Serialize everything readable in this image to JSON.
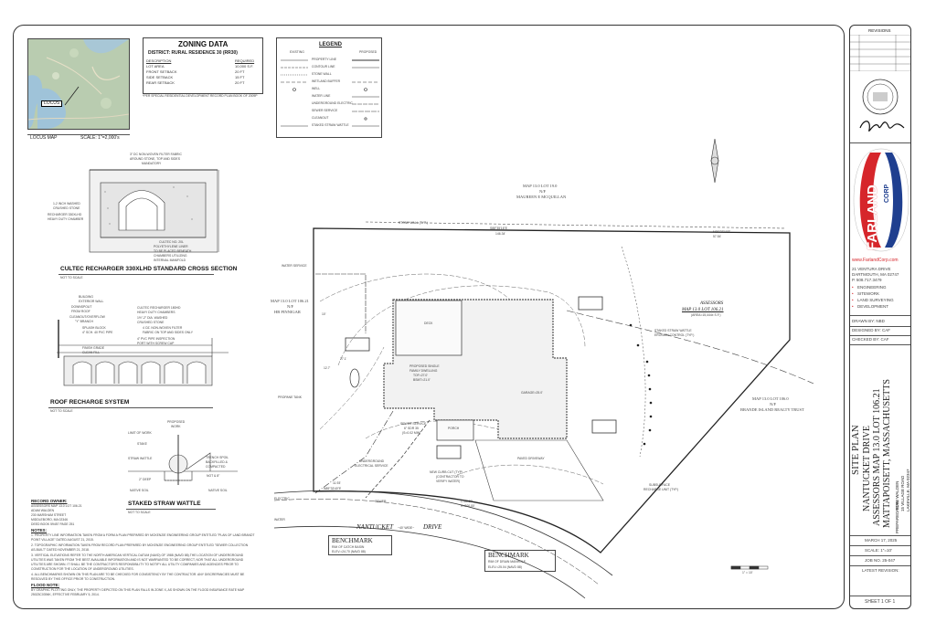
{
  "colors": {
    "logo_red": "#d6262b",
    "logo_blue": "#1f3f8f",
    "line": "#333333"
  },
  "locus": {
    "tag": "LOCUS",
    "title": "LOCUS MAP",
    "scale": "SCALE: 1\"=2,000's"
  },
  "zoning": {
    "title": "ZONING DATA",
    "district": "DISTRICT: RURAL RESIDENCE 30 (RR30)",
    "col_desc": "DESCRIPTION",
    "col_req": "REQUIRED",
    "rows": [
      {
        "label": "LOT AREA",
        "value": "10,000 S.F."
      },
      {
        "label": "FRONT SETBACK",
        "value": "20 FT"
      },
      {
        "label": "SIDE SETBACK",
        "value": "15 FT"
      },
      {
        "label": "REAR SETBACK",
        "value": "20 FT"
      }
    ],
    "note": "*PER SPECIAL RESIDENTIAL DEVELOPMENT RECORD PLAN BOOK OF 2009P"
  },
  "legend": {
    "title": "LEGEND",
    "col_existing": "EXISTING",
    "col_proposed": "PROPOSED",
    "items": [
      "PROPERTY LINE",
      "CONTOUR LINE",
      "STONE WALL",
      "WETLAND BUFFER",
      "WELL",
      "WATER LINE",
      "UNDERGROUND ELECTRIC",
      "SEWER SERVICE",
      "CLEANOUT",
      "STAKED STRAW WATTLE"
    ]
  },
  "details": {
    "cultec_title": "CULTEC RECHARGER 330XLHD STANDARD CROSS SECTION",
    "cultec_nts": "NOT TO SCALE",
    "cultec_notes": [
      "3\" DC NON-WOVEN FILTER FABRIC",
      "AROUND STONE, TOP AND SIDES",
      "MANDATORY",
      "1-2 INCH WASHED",
      "CRUSHED STONE",
      "RECHARGER 330XLHD",
      "HEAVY DUTY CHAMBER",
      "CULTEC NO. 20L",
      "POLYETHYLENE LINER",
      "TO BE PLACED BENEATH",
      "CHAMBERS UTILIZING",
      "INTERNAL MANIFOLD"
    ],
    "roof_title": "ROOF RECHARGE SYSTEM",
    "roof_nts": "NOT TO SCALE",
    "roof_notes": [
      "BUILDING",
      "EXTERIOR WALL",
      "DOWNSPOUT",
      "FROM ROOF",
      "CLEANOUT/OVERFLOW",
      "\"Y\" BRANCH",
      "SPLASH BLOCK",
      "4\" SCH. 40 PVC PIPE",
      "FINISH GRADE",
      "CLEAN FILL",
      "CULTEC RECHARGER 180HD",
      "HEAVY DUTY CHAMBERS",
      "1½\"-2\" DIA. WASHED",
      "CRUSHED STONE",
      "4 OZ. NON-WOVEN FILTER",
      "FABRIC ON TOP AND SIDES ONLY",
      "4\" PVC PIPE INSPECTION",
      "PORT WITH SCREW CAP"
    ],
    "wattle_title": "STAKED STRAW WATTLE",
    "wattle_nts": "NOT TO SCALE",
    "wattle_notes": [
      "PROPOSED",
      "WORK",
      "LIMIT OF WORK",
      "STAKE",
      "STRAW WATTLE",
      "TRENCH SPOIL",
      "BACKFILLED &",
      "COMPACTED",
      "NOT & 8\"",
      "2\" DEEP",
      "NATIVE SOIL",
      "NATIVE SOIL"
    ]
  },
  "notes": {
    "record_owner_title": "RECORD OWNER:",
    "record_owner": [
      "ASSESSORS MAP 13.0 LOT 106.21",
      "ADAM WALDEN",
      "230 MARSHAM STREET",
      "MIDDLEBORO, MA 02346",
      "DEED BOOK 59457 PAGE 251"
    ],
    "notes_title": "NOTES:",
    "notes_lines": [
      "1.   PROPERTY LINE INFORMATION TAKEN FROM A FORM A PLAN PREPARED BY MCKENZIE ENGINEERING GROUP ENTITLED \"PLAN OF LAND BRANDT",
      "      POINT VILLAGE\" DATED AUGUST 21, 2015.",
      "2.   TOPOGRAPHIC INFORMATION TAKEN FROM RECORD PLAN PREPARED BY MCKENZIE ENGINEERING GROUP ENTITLED \"SEWER COLLECTION",
      "      AS-BUILT\" DATED NOVEMBER 21, 2018.",
      "3.   VERTICAL ELEVATIONS REFER TO THE NORTH AMERICAN VERTICAL DATUM (NAVD) OF 1988 (NAVD 88).THE LOCATION OF UNDERGROUND",
      "      UTILITIES WAS TAKEN FROM THE BEST AVAILABLE INFORMATION AND IS NOT WARRANTED TO BE CORRECT, NOR THAT ALL UNDERGROUND",
      "      UTILITIES ARE SHOWN.  IT SHALL BE THE CONTRACTOR'S RESPONSIBILITY TO NOTIFY ALL UTILITY COMPANIES AND AGENCIES PRIOR TO",
      "      CONSTRUCTION FOR THE LOCATION OF UNDERGROUND UTILITIES.",
      "4.   ALL BENCHMARKS SHOWN ON THIS PLAN ARE TO BE CHECKED FOR CONSISTENCY BY THE CONTRACTOR.  ANY DISCREPANCIES MUST BE",
      "      RESOLVED BY THIS OFFICE PRIOR TO CONSTRUCTION."
    ],
    "flood_title": "FLOOD NOTE:",
    "flood_lines": [
      "BY GRAPHIC PLOTTING ONLY, THE PROPERTY DEPICTED ON THIS PLAN FALLS IN ZONE X, AS SHOWN ON THE FLOOD INSURANCE RATE MAP",
      "25023C0394K, EFFECTIVE FEBRUARY 5, 2014."
    ]
  },
  "plan": {
    "north_map": "MAP 13.0 LOT 19.0",
    "north_nf": "N/F",
    "north_owner": "MAUREEN E MCQUILLAN",
    "west_map": "MAP 13.0 LOT 106.21",
    "west_nf": "N/F",
    "west_owner": "HB PINNIGAR",
    "east_map": "MAP 13.0 LOT 106.0",
    "east_nf": "N/F",
    "east_owner": "BRANDE ISLAND REALTY TRUST",
    "subject_title": "ASSESSORS",
    "subject_map": "MAP 13.0 LOT 106.21",
    "subject_area": "(AREA=15,444± S.F.)",
    "stone_wall": "STONE WALL (TYP.)",
    "bearing_top1": "S88°35'16\"E",
    "dist_top1": "146.34'",
    "bearing_top2": "N89°27'10\"E",
    "dist_top2": "57.54'",
    "bearing_bottom": "N89°33'40\"E",
    "dist_bottom": "11.93'",
    "curve_len": "L=86.09'",
    "curve_rad": "R=200.00'",
    "deck": "DECK",
    "dwelling": [
      "PROPOSED SINGLE",
      "FAMILY DWELLING",
      "TOF=27.0'",
      "BSMT=21.0'"
    ],
    "garage": "GARAGE=25.0'",
    "porch": "PORCH",
    "water_service": "WATER SERVICE",
    "propane": "PROPANE TANK",
    "sewer_service": [
      "SEWER SERVICE",
      "6\" SDR 35",
      "(S=0.02 MIN)"
    ],
    "underground_elec": [
      "UNDERGROUND",
      "ELECTRICAL SERVICE"
    ],
    "paved_drive": "PAVED DRIVEWAY",
    "curb_cut": [
      "NEW CURB CUT (TYP)",
      "(CONTRACTOR TO",
      "VERIFY WATER)"
    ],
    "wattle_label": [
      "STAKED STRAW WATTLE",
      "EROSION CONTROL (TYP.)"
    ],
    "recharge_unit": [
      "SUBSURFACE",
      "RECHARGE UNIT (TYP.)"
    ],
    "road_name_a": "NANTUCKET",
    "road_width": "~40' WIDE~",
    "road_name_b": "DRIVE",
    "dim_a": "12.7'",
    "dim_b": "10'",
    "dim_c": "27.1'",
    "electric_label": "ELECTRIC",
    "sewer_label": "SEWER",
    "water_label": "WATER",
    "scale_bar": "1\" = 10'",
    "bm1_title": "BENCHMARK",
    "bm1_line1": "RIM OF CATCH BASIN",
    "bm1_line2": "ELEV.=24.70 (NAVD 88)",
    "bm2_title": "BENCHMARK",
    "bm2_line1": "RIM OF DRAIN MANHOLE",
    "bm2_line2": "ELEV.=25.04 (NAVD 88)"
  },
  "title_block": {
    "revisions": "REVISIONS",
    "company": "FARLAND",
    "corp": "CORP",
    "website": "www.FarlandCorp.com",
    "address": [
      "21 VENTURA DRIVE",
      "DARTMOUTH, MA  02747",
      "P. 508.717.3479"
    ],
    "services": [
      "ENGINEERING",
      "SITEWORK",
      "LAND SURVEYING",
      "DEVELOPMENT"
    ],
    "drawn_by": "DRAWN BY:  NBD",
    "designed_by": "DESIGNED BY: CAF",
    "checked_by": "CHECKED BY: CAF",
    "sheet_title": "SITE PLAN",
    "street": "NANTUCKET DRIVE",
    "map_lot": "ASSESSORS MAP 13.0 LOT 106.21",
    "town": "MATTAPOISETT, MASSACHUSETTS",
    "prepared_for_label": "PREPARED FOR:",
    "prepared_for": [
      "ADAM WALDEN",
      "15 VILLAGE ROAD",
      "LAKEVILLE, MA 02347"
    ],
    "date": "MARCH 17, 2025",
    "scale": "SCALE:  1\"=10'",
    "job_no": "JOB NO. 25-047",
    "latest_revision": "LATEST REVISION:",
    "sheet": "SHEET 1 OF 1"
  }
}
